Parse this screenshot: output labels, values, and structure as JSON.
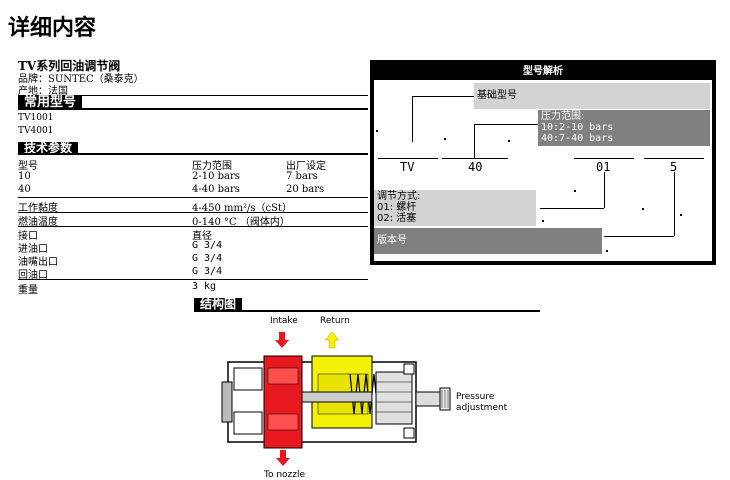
{
  "page": {
    "title": "详细内容"
  },
  "product": {
    "name": "TV系列回油调节阀",
    "brand": "品牌：SUNTEC（桑泰克）",
    "origin": "产地：法国"
  },
  "models_section": {
    "heading": "常用型号",
    "items": [
      "TV1001",
      "TV4001"
    ]
  },
  "tech_section": {
    "heading": "技术参数",
    "columns": [
      "型号",
      "压力范围",
      "出厂设定"
    ],
    "rows": [
      [
        "10",
        "2-10 bars",
        "7 bars"
      ],
      [
        "40",
        "4-40 bars",
        "20 bars"
      ]
    ],
    "specs": [
      {
        "label": "工作黏度",
        "value": "4-450 mm²/s（cSt）"
      },
      {
        "label": "燃油温度",
        "value": "0-140 °C （阀体内）"
      },
      {
        "label": "接口",
        "value": "直径"
      },
      {
        "label": "进油口",
        "value": "G 3/4"
      },
      {
        "label": "油嘴出口",
        "value": "G 3/4"
      },
      {
        "label": "回油口",
        "value": "G 3/4"
      },
      {
        "label": "重量",
        "value": "3 kg"
      }
    ]
  },
  "model_code": {
    "heading": "型号解析",
    "segments": [
      "TV",
      "40",
      "01",
      "5"
    ],
    "base_model": "基础型号",
    "pressure": {
      "title": "压力范围:",
      "options": [
        "10:2-10 bars",
        "40:7-40 bars"
      ]
    },
    "adjust": {
      "title": "调节方式:",
      "options": [
        "01: 螺杆",
        "02: 活塞"
      ]
    },
    "version": "版本号"
  },
  "structure": {
    "heading": "结构图",
    "labels": {
      "intake": "Intake",
      "return": "Return",
      "pressure_adjustment": [
        "Pressure",
        "adjustment"
      ],
      "to_nozzle": "To nozzle"
    },
    "colors": {
      "intake": "#e8191e",
      "return": "#f4f007"
    }
  }
}
